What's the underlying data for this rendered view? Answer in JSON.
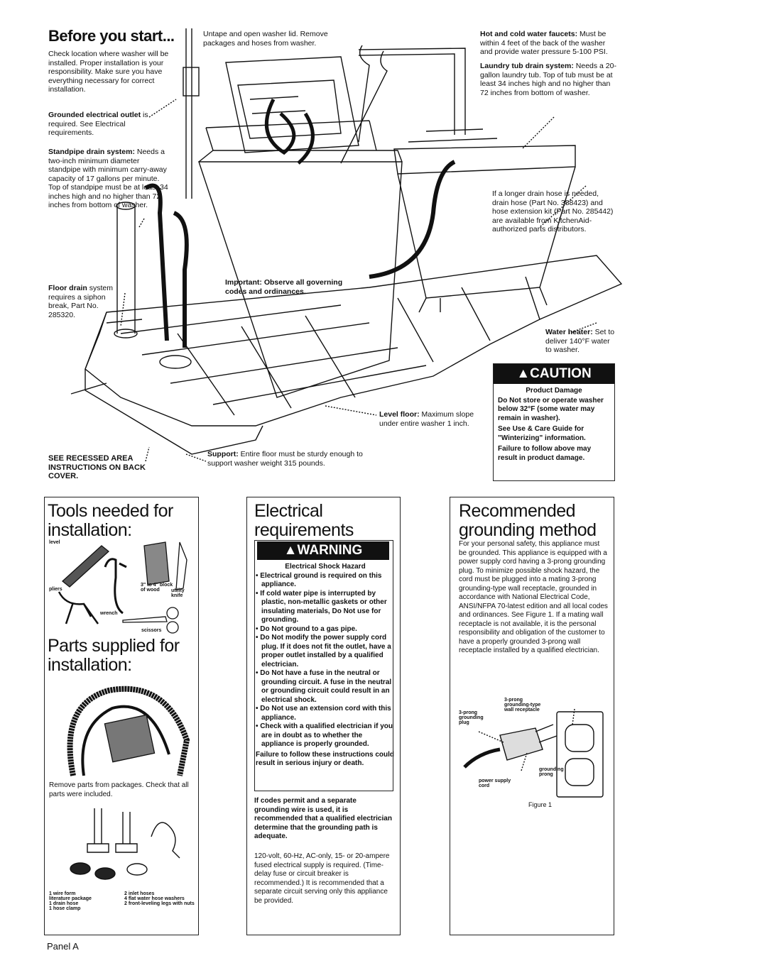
{
  "top": {
    "title": "Before you start...",
    "intro": "Check location where washer will be installed. Proper installation is your responsibility. Make sure you have everything necessary for correct installation.",
    "grounded_outlet_label": "Grounded electrical outlet",
    "grounded_outlet_text": "is required. See Electrical requirements.",
    "standpipe_label": "Standpipe drain system:",
    "standpipe_text": "Needs a two-inch minimum diameter standpipe with minimum carry-away capacity of 17 gallons per minute. Top of standpipe must be at least 34 inches high and no higher than 72 inches from bottom of washer.",
    "floor_drain_label": "Floor drain",
    "floor_drain_text": "system requires a siphon break, Part No. 285320.",
    "untape": "Untape and open washer lid. Remove packages and hoses from washer.",
    "faucets_label": "Hot and cold water faucets:",
    "faucets_text": "Must be within 4 feet of the back of the washer and provide water pressure 5-100 PSI.",
    "tub_label": "Laundry tub drain system:",
    "tub_text": "Needs a 20-gallon laundry tub. Top of tub must be at least 34 inches high and no higher than 72 inches from bottom of washer.",
    "longer_hose": "If a longer drain hose is needed, drain hose (Part No. 388423) and hose extension kit (Part No. 285442) are available from KitchenAid-authorized parts distributors.",
    "important": "Important: Observe all governing codes and ordinances.",
    "water_heater_label": "Water heater:",
    "water_heater_text": "Set to deliver 140°F water to washer.",
    "level_floor_label": "Level floor:",
    "level_floor_text": "Maximum slope under entire washer 1 inch.",
    "support_label": "Support:",
    "support_text": "Entire floor must be sturdy enough to support washer weight 315 pounds.",
    "recessed": "SEE RECESSED AREA INSTRUCTIONS ON BACK COVER."
  },
  "caution": {
    "banner": "CAUTION",
    "subtitle": "Product Damage",
    "line1": "Do Not store or operate washer below 32°F (some water may remain in washer).",
    "line2": "See Use & Care Guide for \"Winterizing\" information.",
    "line3": "Failure to follow above may result in product damage."
  },
  "tools": {
    "title1": "Tools needed for installation:",
    "labels": {
      "level": "level",
      "pliers": "pliers",
      "block": "3\" to 4\" block of wood",
      "knife": "utility knife",
      "wrench": "wrench",
      "scissors": "scissors"
    },
    "title2": "Parts supplied for installation:",
    "remove": "Remove parts from packages. Check that all parts were included.",
    "parts_left": [
      "1 wire form",
      "literature package",
      "1 drain hose",
      "1 hose clamp"
    ],
    "parts_right": [
      "2 inlet hoses",
      "4 flat water hose washers",
      "2 front-leveling legs with nuts"
    ]
  },
  "electrical": {
    "title": "Electrical requirements",
    "banner": "WARNING",
    "subtitle": "Electrical Shock Hazard",
    "bullets": [
      "Electrical ground is required on this appliance.",
      "If cold water pipe is interrupted by plastic, non-metallic gaskets or other insulating materials, Do Not use for grounding.",
      "Do Not ground to a gas pipe.",
      "Do Not modify the power supply cord plug. If it does not fit the outlet, have a proper outlet installed by a qualified electrician.",
      "Do Not have a fuse in the neutral or grounding circuit. A fuse in the neutral or grounding circuit could result in an electrical shock.",
      "Do Not use an extension cord with this appliance.",
      "Check with a qualified electrician if you are in doubt as to whether the appliance is properly grounded."
    ],
    "failure": "Failure to follow these instructions could result in serious injury or death.",
    "codes": "If codes permit and a separate grounding wire is used, it is recommended that a qualified electrician determine that the grounding path is adequate.",
    "supply": "120-volt, 60-Hz, AC-only, 15- or 20-ampere fused electrical supply is required. (Time-delay fuse or circuit breaker is recommended.) It is recommended that a separate circuit serving only this appliance be provided."
  },
  "grounding": {
    "title": "Recommended grounding method",
    "body": "For your personal safety, this appliance must be grounded. This appliance is equipped with a power supply cord having a 3-prong grounding plug. To minimize possible shock hazard, the cord must be plugged into a mating 3-prong grounding-type wall receptacle, grounded in accordance with National Electrical Code, ANSI/NFPA 70-latest edition and all local codes and ordinances. See Figure 1. If a mating wall receptacle is not available, it is the personal responsibility and obligation of the customer to have a properly grounded 3-prong wall receptacle installed by a qualified electrician.",
    "fig_labels": {
      "receptacle": "3-prong grounding-type wall receptacle",
      "plug": "3-prong grounding plug",
      "prong": "grounding prong",
      "cord": "power supply cord"
    },
    "caption": "Figure 1"
  },
  "footer": "Panel A"
}
